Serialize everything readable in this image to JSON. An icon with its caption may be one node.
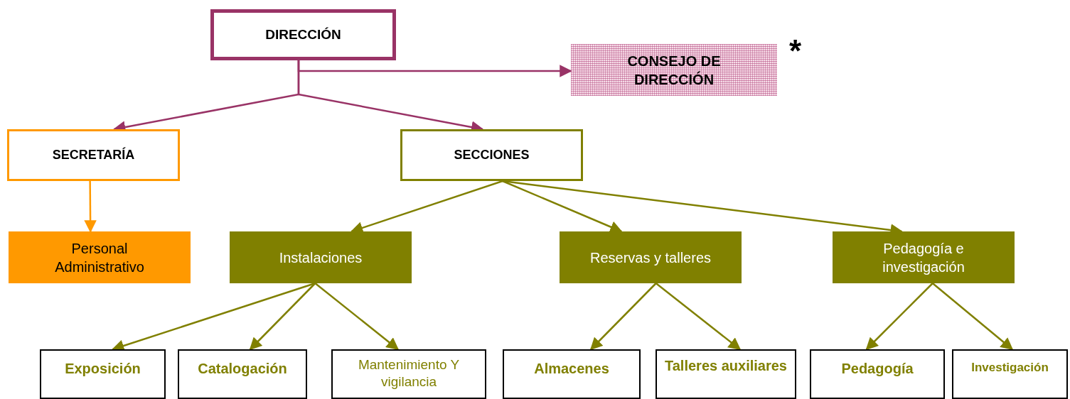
{
  "diagram": {
    "nodes": [
      {
        "text": [
          "DIRECCIÓN"
        ]
      },
      {
        "text": [
          "CONSEJO DE DIRECCIÓN"
        ]
      },
      {
        "text": [
          "SECRETARÍA"
        ]
      },
      {
        "text": [
          "SECCIONES"
        ]
      },
      {
        "text": [
          "Personal Administrativo"
        ]
      },
      {
        "text": [
          "Instalaciones"
        ]
      },
      {
        "text": [
          "Reservas y talleres"
        ]
      },
      {
        "text": [
          "Pedagogía e investigación"
        ]
      },
      {
        "text": [
          "Exposición"
        ]
      },
      {
        "text": [
          "Catalogación"
        ]
      },
      {
        "text": [
          "Mantenimiento Y vigilancia"
        ]
      },
      {
        "text": [
          "Almacenes"
        ]
      },
      {
        "text": [
          "Talleres auxiliares"
        ]
      },
      {
        "text": [
          "Pedagogía"
        ]
      },
      {
        "text": [
          "Investigación"
        ]
      }
    ],
    "edges": [
      {
        "from": 0,
        "to": 1,
        "arrow": "to",
        "color": "#993366"
      },
      {
        "from": 0,
        "to": 2,
        "arrow": "to",
        "color": "#993366"
      },
      {
        "from": 0,
        "to": 3,
        "arrow": "to",
        "color": "#993366"
      },
      {
        "from": 2,
        "to": 4,
        "arrow": "to",
        "color": "#ff9900"
      },
      {
        "from": 3,
        "to": 5,
        "arrow": "to"
      },
      {
        "from": 3,
        "to": 6,
        "arrow": "to"
      },
      {
        "from": 3,
        "to": 7,
        "arrow": "to"
      },
      {
        "from": 5,
        "to": 8,
        "arrow": "to"
      },
      {
        "from": 5,
        "to": 9,
        "arrow": "to"
      },
      {
        "from": 5,
        "to": 10,
        "arrow": "to"
      },
      {
        "from": 6,
        "to": 11,
        "arrow": "to"
      },
      {
        "from": 6,
        "to": 12,
        "arrow": "to"
      },
      {
        "from": 7,
        "to": 13,
        "arrow": "to"
      },
      {
        "from": 7,
        "to": 14,
        "arrow": "to"
      }
    ],
    "labels": [
      "*"
    ]
  }
}
